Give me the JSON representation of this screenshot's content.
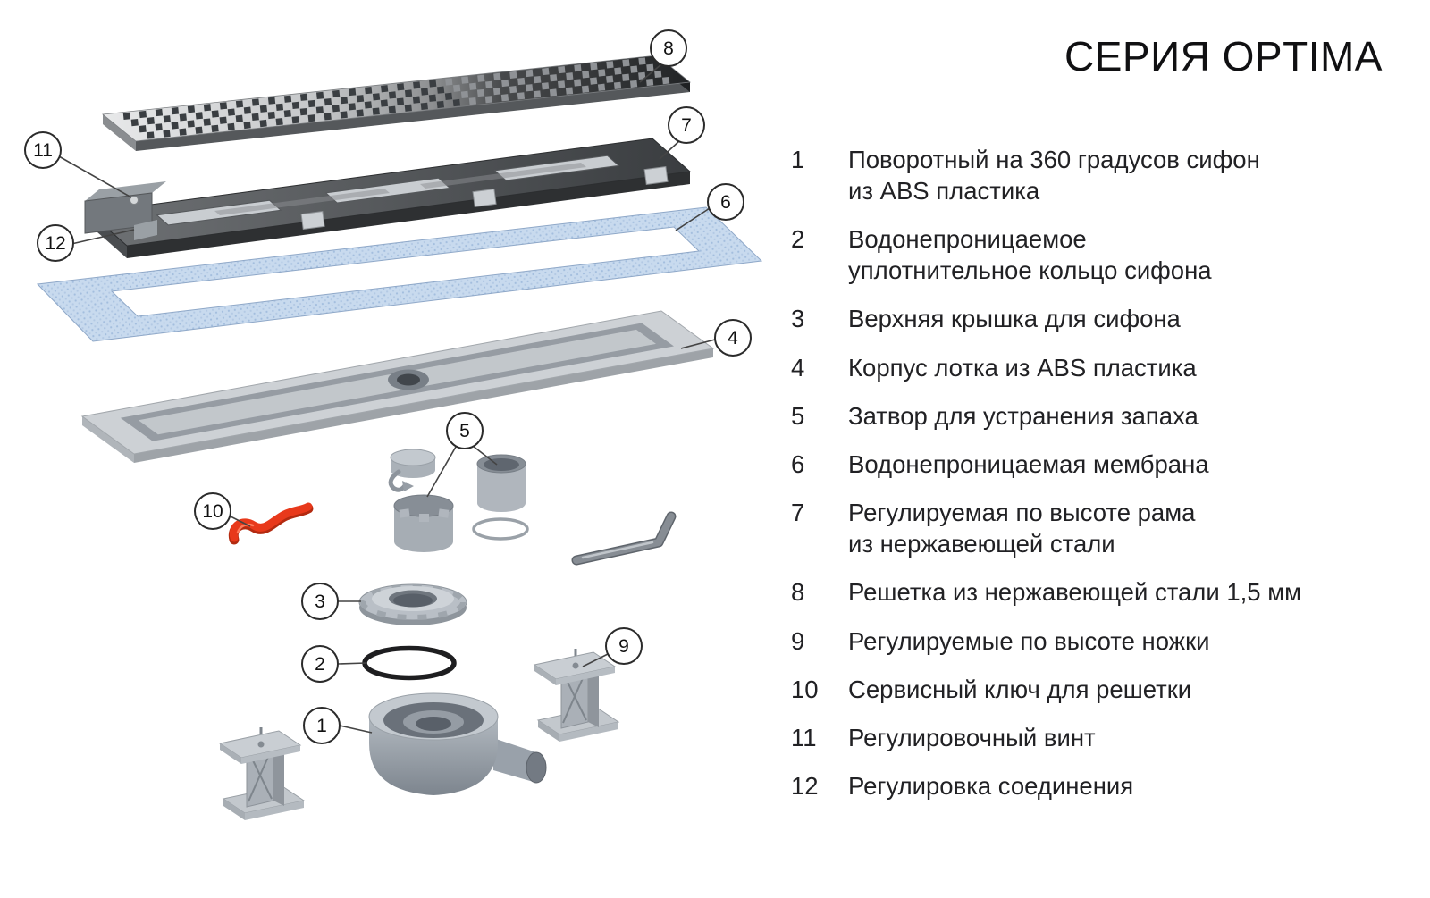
{
  "title": "СЕРИЯ OPTIMA",
  "legend": {
    "items": [
      {
        "num": "1",
        "text": "Поворотный на 360 градусов сифон\nиз ABS пластика"
      },
      {
        "num": "2",
        "text": "Водонепроницаемое\nуплотнительное кольцо сифона"
      },
      {
        "num": "3",
        "text": "Верхняя крышка для сифона"
      },
      {
        "num": "4",
        "text": "Корпус лотка из ABS пластика"
      },
      {
        "num": "5",
        "text": "Затвор для устранения запаха"
      },
      {
        "num": "6",
        "text": "Водонепроницаемая мембрана"
      },
      {
        "num": "7",
        "text": "Регулируемая по высоте рама\nиз нержавеющей стали"
      },
      {
        "num": "8",
        "text": "Решетка из нержавеющей стали 1,5 мм"
      },
      {
        "num": "9",
        "text": "Регулируемые по высоте ножки"
      },
      {
        "num": "10",
        "text": "Сервисный ключ для решетки"
      },
      {
        "num": "11",
        "text": "Регулировочный винт"
      },
      {
        "num": "12",
        "text": "Регулировка соединения"
      }
    ]
  },
  "callouts": {
    "siphon_body": "1",
    "sealing_ring": "2",
    "top_cover": "3",
    "tray": "4",
    "odor_trap": "5",
    "membrane": "6",
    "frame": "7",
    "grate": "8",
    "feet": "9",
    "service_key": "10",
    "adjustment_screw": "11",
    "connection_adjust": "12"
  },
  "colors": {
    "accent_red": "#e8391b",
    "membrane_blue": "#c8daee",
    "callout_stroke": "#2b2b2b",
    "text": "#1c1c1e"
  }
}
